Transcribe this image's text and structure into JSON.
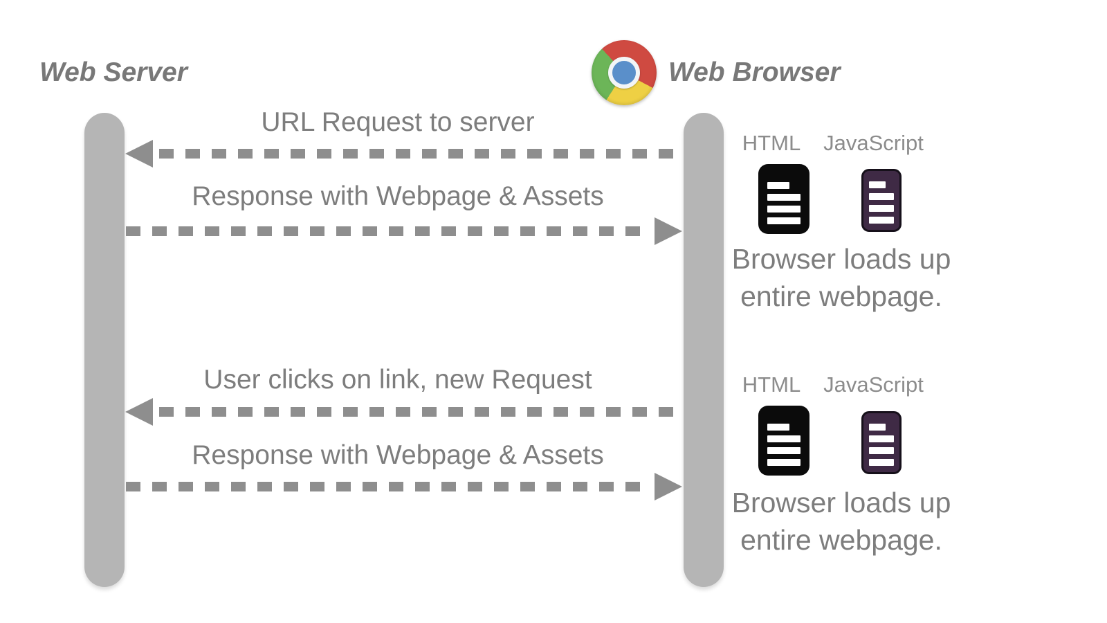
{
  "titles": {
    "server": "Web Server",
    "browser": "Web Browser"
  },
  "messages": [
    {
      "label": "URL Request to server",
      "direction": "to-server"
    },
    {
      "label": "Response with Webpage & Assets",
      "direction": "to-browser"
    },
    {
      "label": "User clicks on link, new Request",
      "direction": "to-server"
    },
    {
      "label": "Response with Webpage & Assets",
      "direction": "to-browser"
    }
  ],
  "asset_groups": [
    {
      "files": [
        {
          "label": "HTML",
          "icon": "html-document-icon",
          "color": "#0b0b0b"
        },
        {
          "label": "JavaScript",
          "icon": "javascript-document-icon",
          "color": "#3f2a45"
        }
      ],
      "caption": [
        "Browser loads up",
        "entire webpage."
      ]
    },
    {
      "files": [
        {
          "label": "HTML",
          "icon": "html-document-icon",
          "color": "#0b0b0b"
        },
        {
          "label": "JavaScript",
          "icon": "javascript-document-icon",
          "color": "#3f2a45"
        }
      ],
      "caption": [
        "Browser loads up",
        "entire webpage."
      ]
    }
  ],
  "colors": {
    "lifeline": "#b5b5b5",
    "arrow": "#8e8e8e",
    "text": "#7d7d7d",
    "chrome_red": "#cf4a41",
    "chrome_yellow": "#eed044",
    "chrome_green": "#6cb558",
    "chrome_blue": "#5a8fca"
  }
}
